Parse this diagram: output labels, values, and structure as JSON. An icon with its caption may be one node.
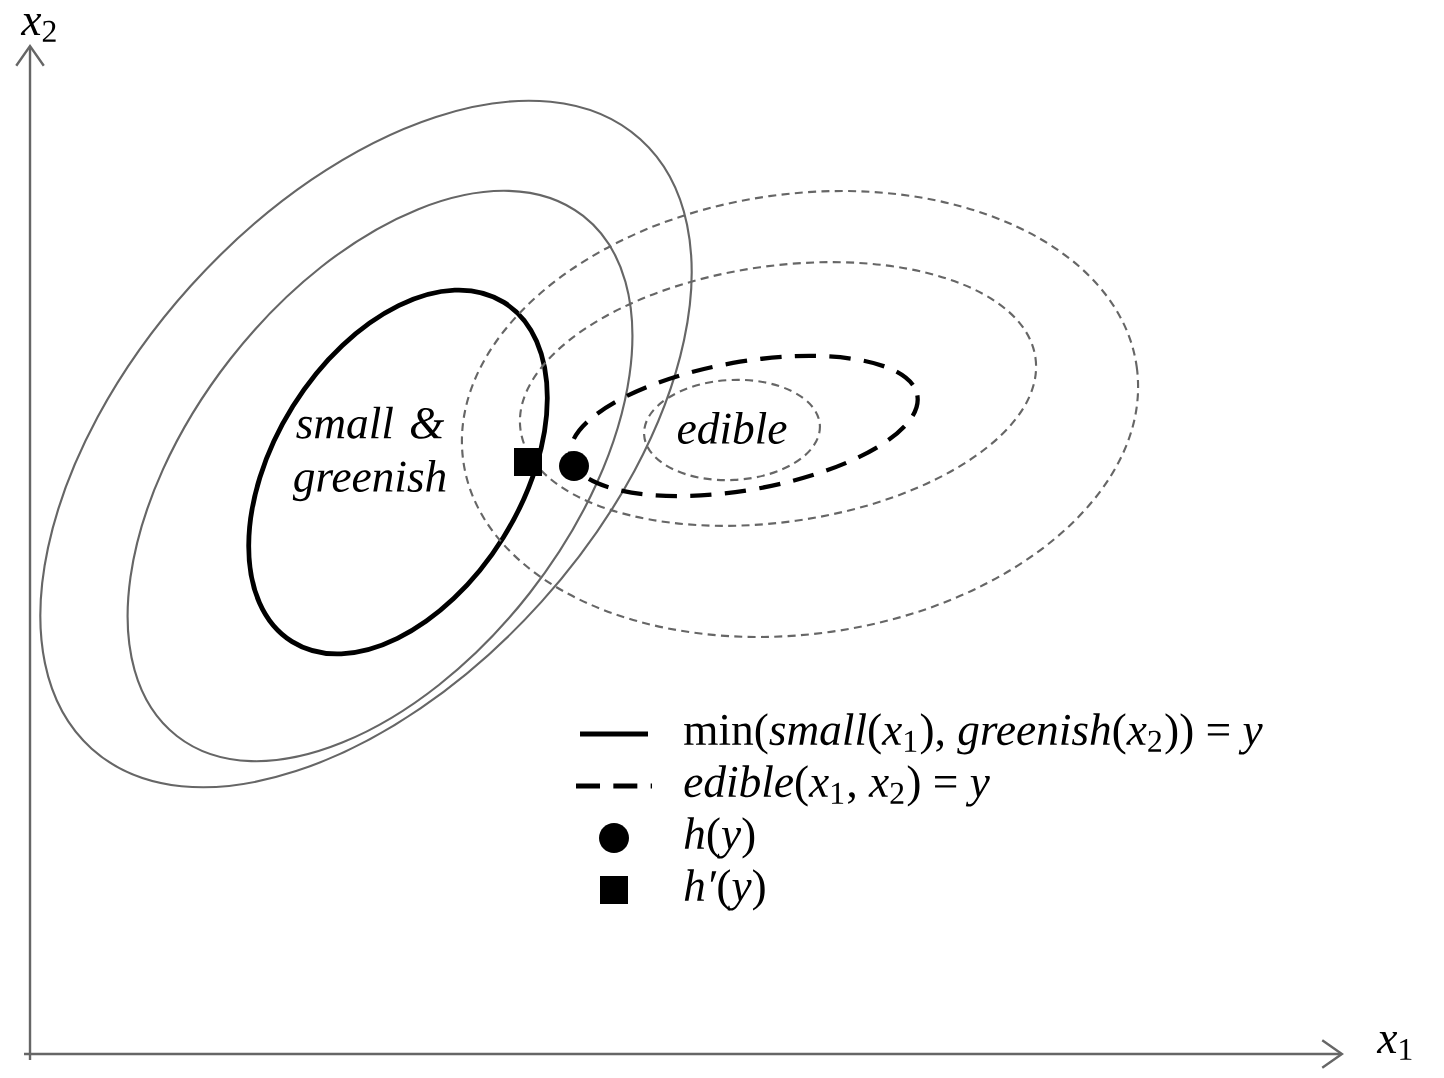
{
  "diagram": {
    "labels": [
      "*x*$_{2}$",
      "small & greenish",
      "edible",
      "*x*$_{1}$"
    ],
    "legend": [
      {
        "text": "min(*small*(*x*$_{1}$), *greenish*(*x*$_{2}$)) = *y*"
      },
      {
        "text": "*edible*(*x*$_{1}$, *x*$_{2}$) = *y*"
      },
      {
        "text": "*h*(*y*)"
      },
      {
        "text": "*h′*(*y*)"
      }
    ]
  }
}
